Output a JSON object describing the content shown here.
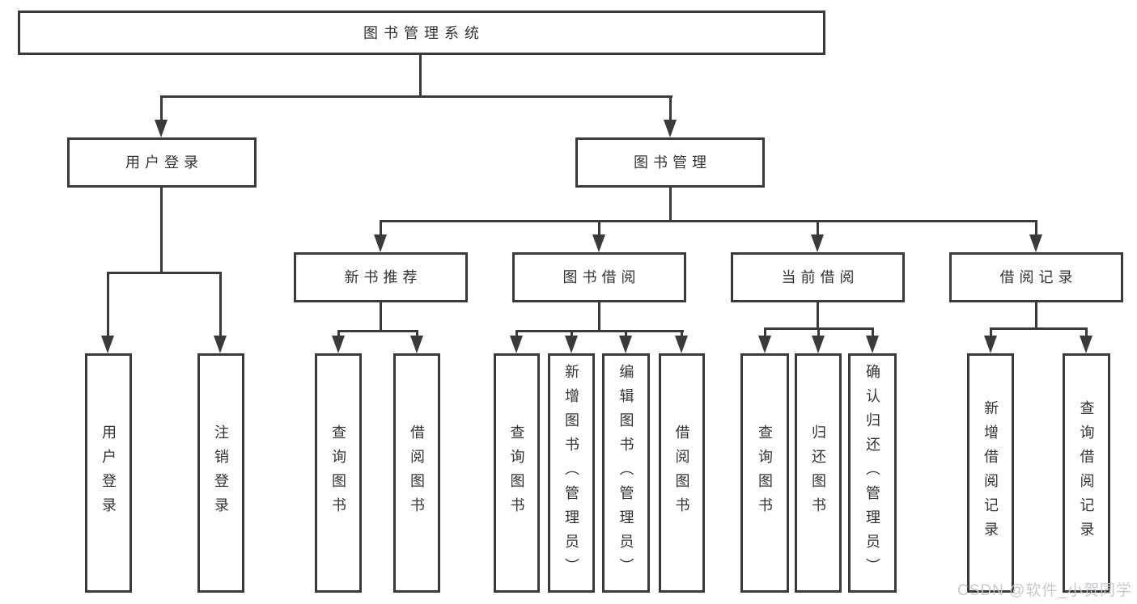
{
  "diagram": {
    "title_node": "图书管理系统",
    "level2": [
      "用户登录",
      "图书管理"
    ],
    "level3": [
      "新书推荐",
      "图书借阅",
      "当前借阅",
      "借阅记录"
    ],
    "leaves_user_login": [
      "用户登录",
      "注销登录"
    ],
    "leaves_new_books": [
      "查询图书",
      "借阅图书"
    ],
    "leaves_book_borrow": [
      "查询图书",
      "新增图书（管理员）",
      "编辑图书（管理员）",
      "借阅图书"
    ],
    "leaves_current_borrow": [
      "查询图书",
      "归还图书",
      "确认归还（管理员）"
    ],
    "leaves_borrow_records": [
      "新增借阅记录",
      "查询借阅记录"
    ],
    "watermark": "CSDN @软件_小贺同学",
    "colors": {
      "line": "#3a3a3a",
      "text": "#333333",
      "watermark": "#c6c7ce",
      "background": "#ffffff"
    }
  }
}
